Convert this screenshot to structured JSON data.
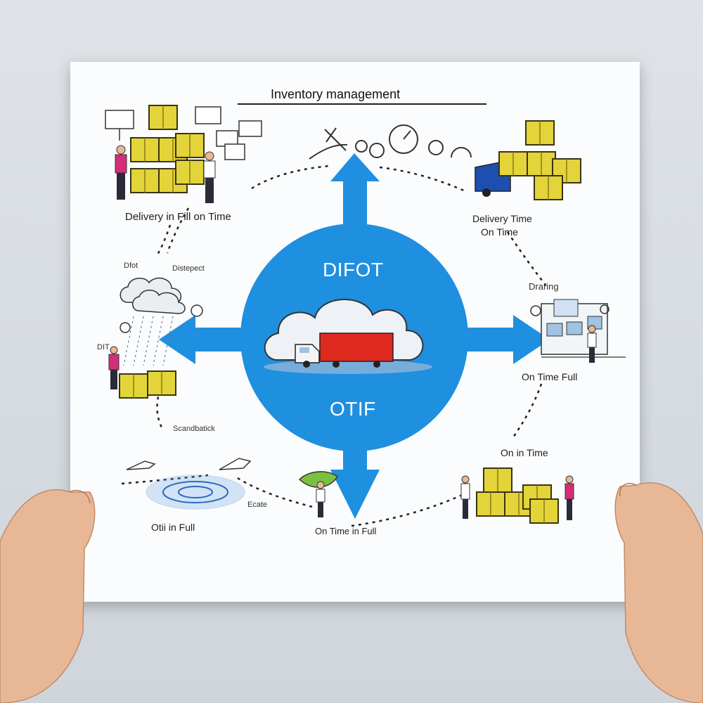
{
  "title": "Inventory management",
  "center": {
    "top_label": "DIFOT",
    "bottom_label": "OTIF"
  },
  "labels": {
    "top_left": "Delivery in Fill on Time",
    "top_right_line1": "Delivery Time",
    "top_right_line2": "On Time",
    "dfot": "Dfot",
    "dispatch": "Distepect",
    "left_small": "DIT",
    "draining": "Draring",
    "right": "On Time Full",
    "sandwich": "Scandbatick",
    "bottom_right": "On in Time",
    "bottom_left": "Otii in Full",
    "bottom_left_small": "Ecate",
    "bottom_center": "On Time in Full"
  },
  "colors": {
    "blue": "#1f8fe0",
    "box_yellow": "#e3d43a",
    "truck_red": "#e02a20",
    "truck_blue": "#1d4fb0"
  }
}
